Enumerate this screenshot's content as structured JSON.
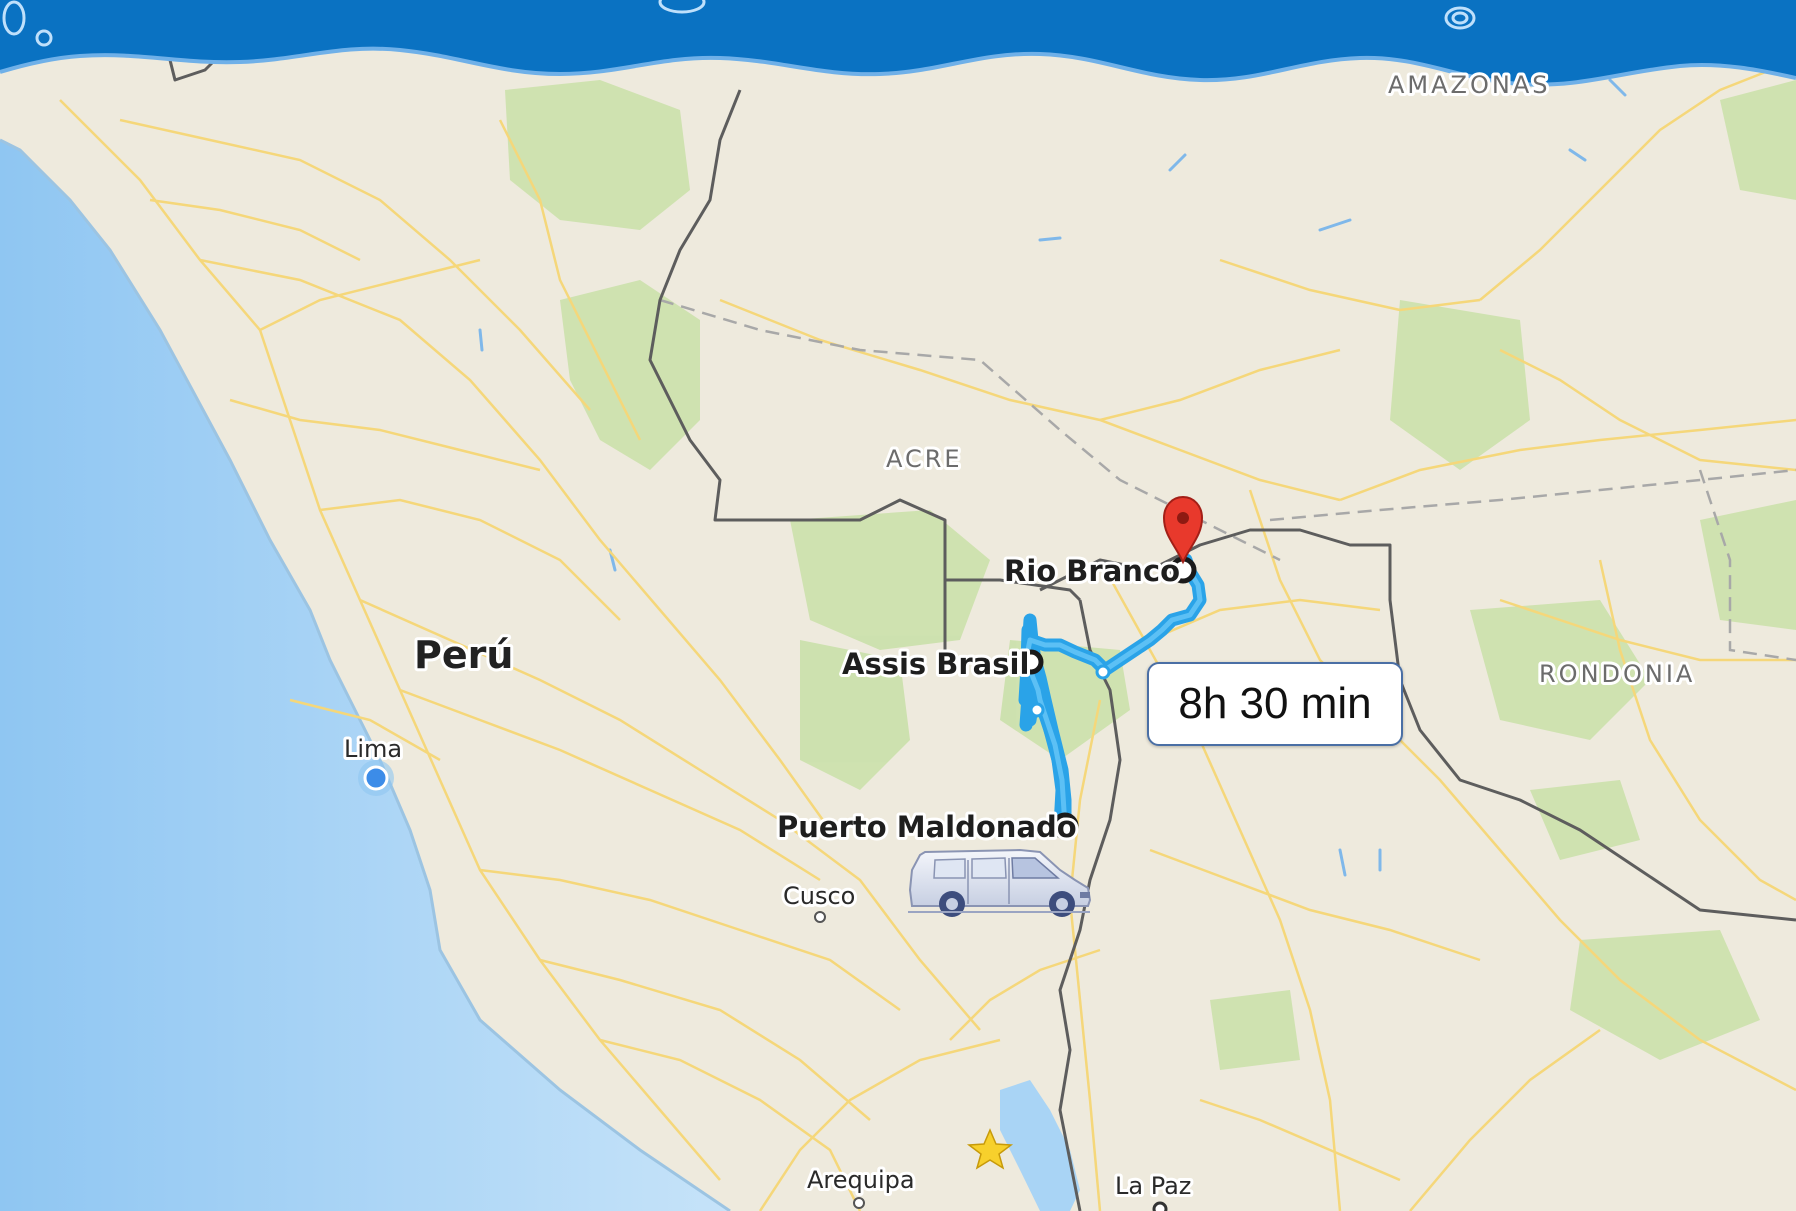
{
  "map": {
    "labels": {
      "amazonas": "AMAZONAS",
      "acre": "ACRE",
      "rondonia": "RONDONIA",
      "peru": "Perú",
      "lima": "Lima",
      "cusco": "Cusco",
      "arequipa": "Arequipa",
      "la_paz": "La Paz",
      "rio_branco": "Rio Branco",
      "assis_brasil": "Assis Brasil",
      "puerto_maldonado": "Puerto Maldonado"
    },
    "route": {
      "duration": "8h  30 min",
      "color": "#2aa3e8",
      "stops": [
        "Puerto Maldonado",
        "Assis Brasil",
        "Rio Branco"
      ]
    },
    "icons": {
      "destination": "red-location-pin-icon",
      "origin": "minivan-icon",
      "capital": "yellow-star-icon"
    },
    "colors": {
      "ocean": "#a9d4f5",
      "land": "#eeeadd",
      "park": "#cce1ad",
      "roads": "#f5d77a",
      "banner": "#0a72c2"
    }
  }
}
